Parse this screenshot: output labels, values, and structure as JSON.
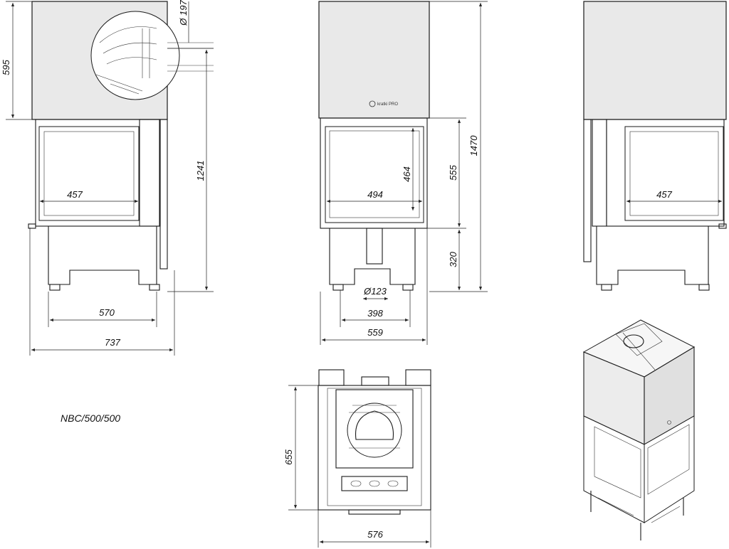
{
  "model_label": "NBC/500/500",
  "brand_mark": "kratki PRO",
  "dimensions": {
    "left_height_top": "595",
    "left_pipe_diameter": "Ø 197",
    "left_total_height": "1241",
    "left_glass_width": "457",
    "left_base_width": "570",
    "left_total_width": "737",
    "front_glass_width": "494",
    "front_glass_height": "464",
    "front_door_height": "555",
    "front_total_height": "1470",
    "front_base_height": "320",
    "front_air_inlet": "Ø123",
    "front_inner_width": "398",
    "front_total_width": "559",
    "right_glass_width": "457",
    "top_depth": "655",
    "top_width": "576"
  }
}
